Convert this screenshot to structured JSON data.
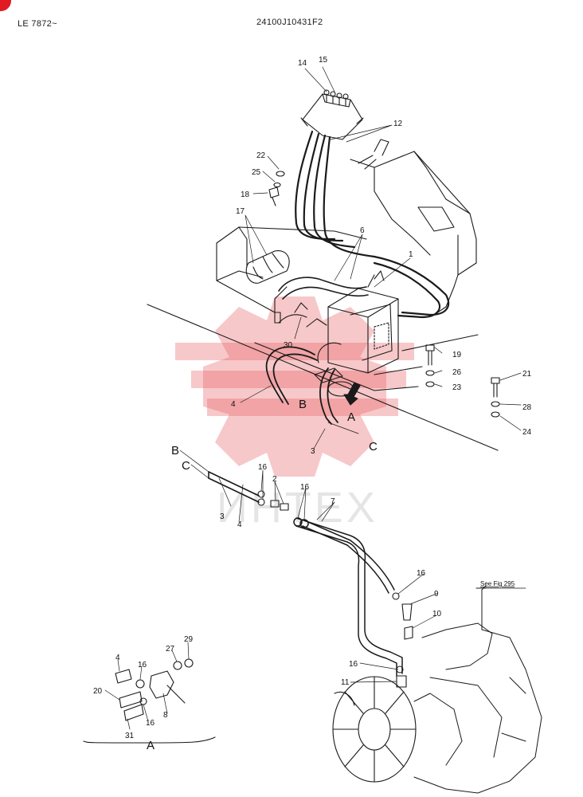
{
  "header": {
    "serial_range": "LE 7872~",
    "part_number": "24100J10431F2"
  },
  "watermark": {
    "text": "ИНТЕХ",
    "color": "#e8585a"
  },
  "see_fig": "See Fig 295",
  "view_label": "A",
  "view_letters": {
    "a": "A",
    "b": "B",
    "c": "C",
    "b2": "B",
    "c2": "C"
  },
  "callouts": {
    "c1": "1",
    "c2": "2",
    "c3a": "3",
    "c3b": "3",
    "c4a": "4",
    "c4b": "4",
    "c4c": "4",
    "c6": "6",
    "c7": "7",
    "c8": "8",
    "c9": "9",
    "c10": "10",
    "c11": "11",
    "c12": "12",
    "c14": "14",
    "c15": "15",
    "c16a": "16",
    "c16b": "16",
    "c16c": "16",
    "c16d": "16",
    "c16e": "16",
    "c16f": "16",
    "c17": "17",
    "c18": "18",
    "c19": "19",
    "c20": "20",
    "c21": "21",
    "c22": "22",
    "c23": "23",
    "c24": "24",
    "c25": "25",
    "c26": "26",
    "c27": "27",
    "c28": "28",
    "c29": "29",
    "c30": "30",
    "c31": "31"
  },
  "colors": {
    "line": "#1a1a1a",
    "accent": "#e01b24"
  }
}
